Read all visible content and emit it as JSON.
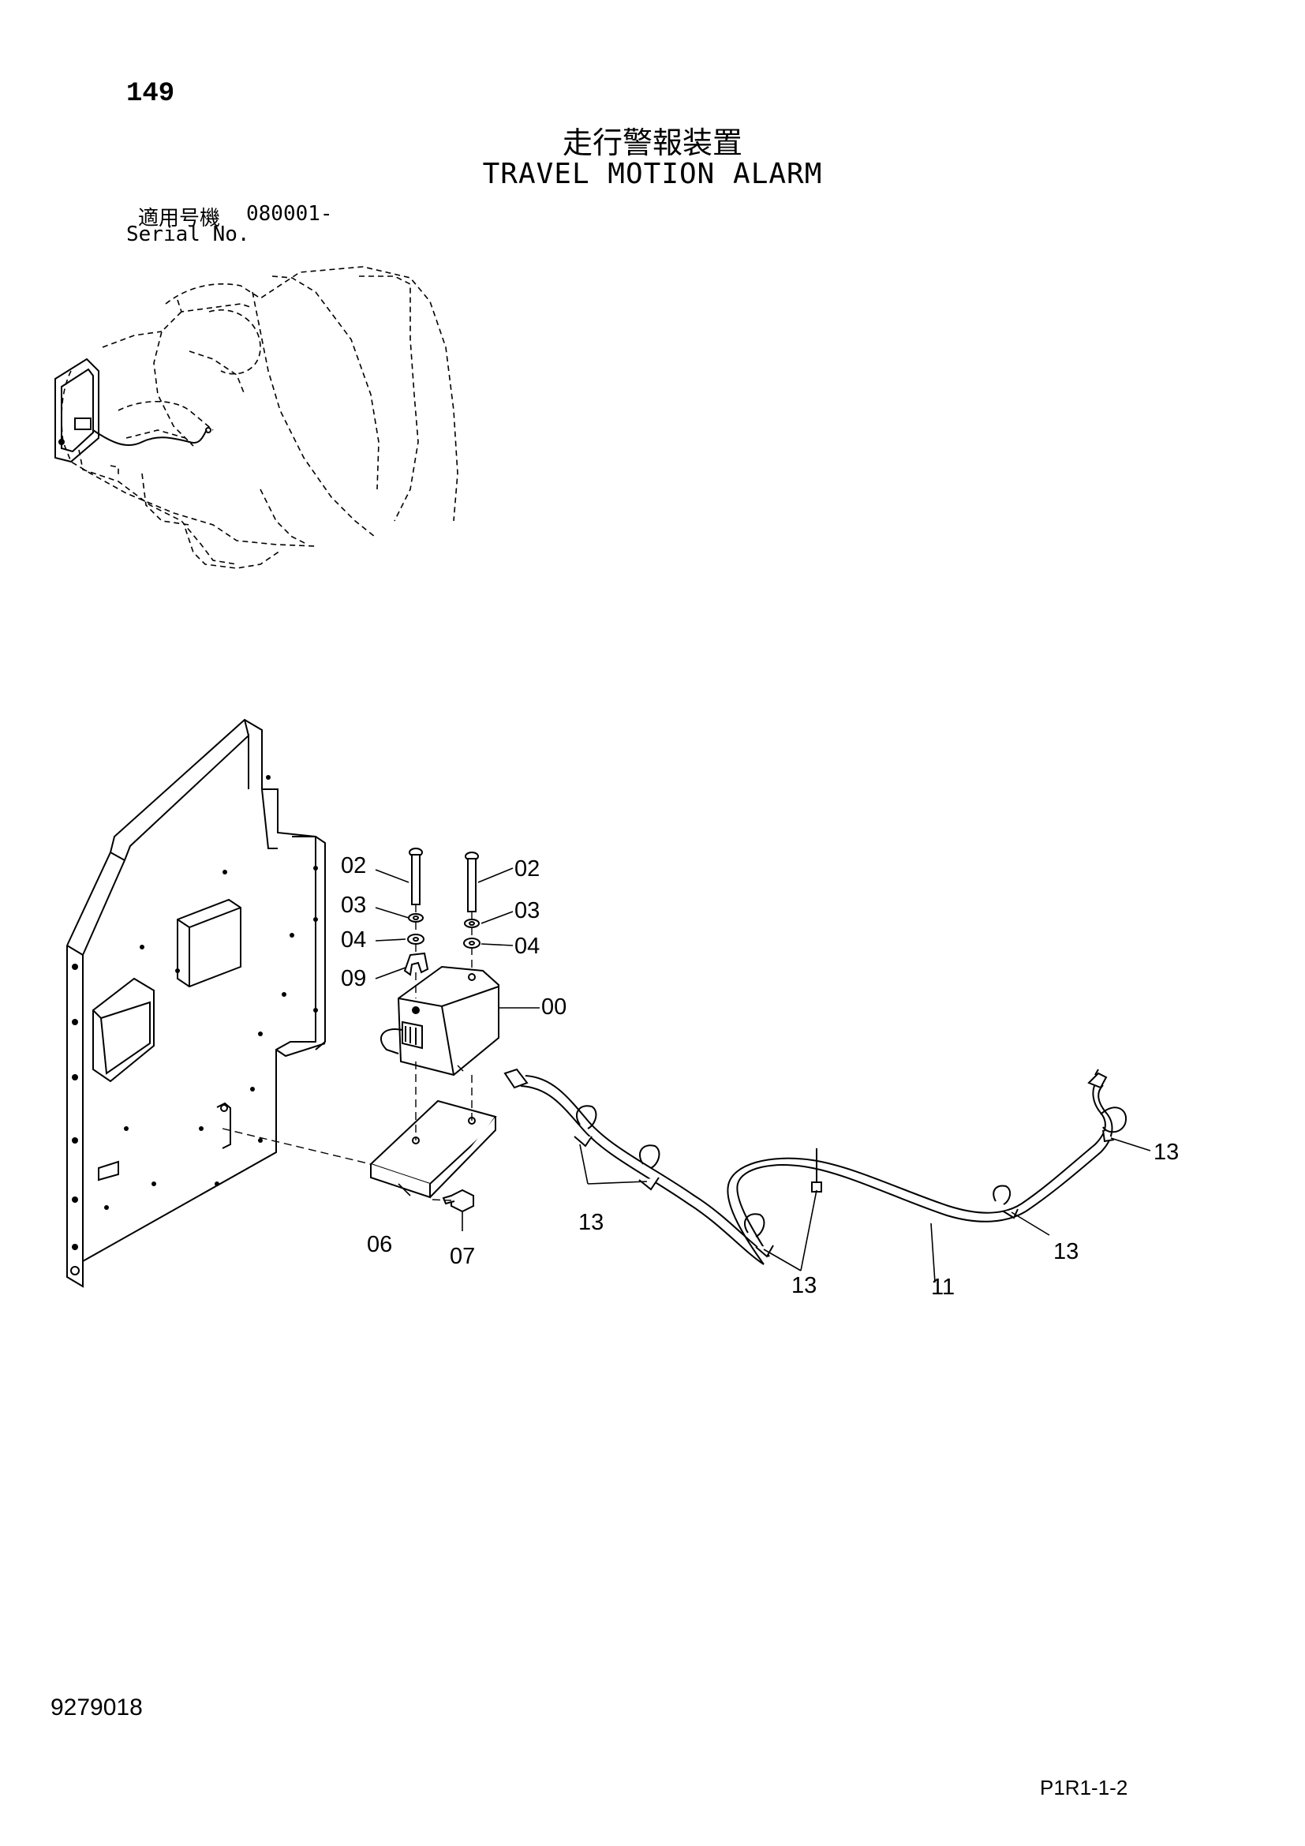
{
  "page_number": "149",
  "title_jp": "走行警報装置",
  "title_en": "TRAVEL MOTION ALARM",
  "serial": {
    "label_jp": "適用号機",
    "label_en": "Serial No.",
    "value": "080001-"
  },
  "doc_number": "9279018",
  "page_code": "P1R1-1-2",
  "callouts": {
    "c00": "00",
    "c02_left": "02",
    "c02_right": "02",
    "c03_left": "03",
    "c03_right": "03",
    "c04_left": "04",
    "c04_right": "04",
    "c06": "06",
    "c07": "07",
    "c09": "09",
    "c11": "11",
    "c13_a": "13",
    "c13_b": "13",
    "c13_c": "13",
    "c13_d": "13"
  }
}
